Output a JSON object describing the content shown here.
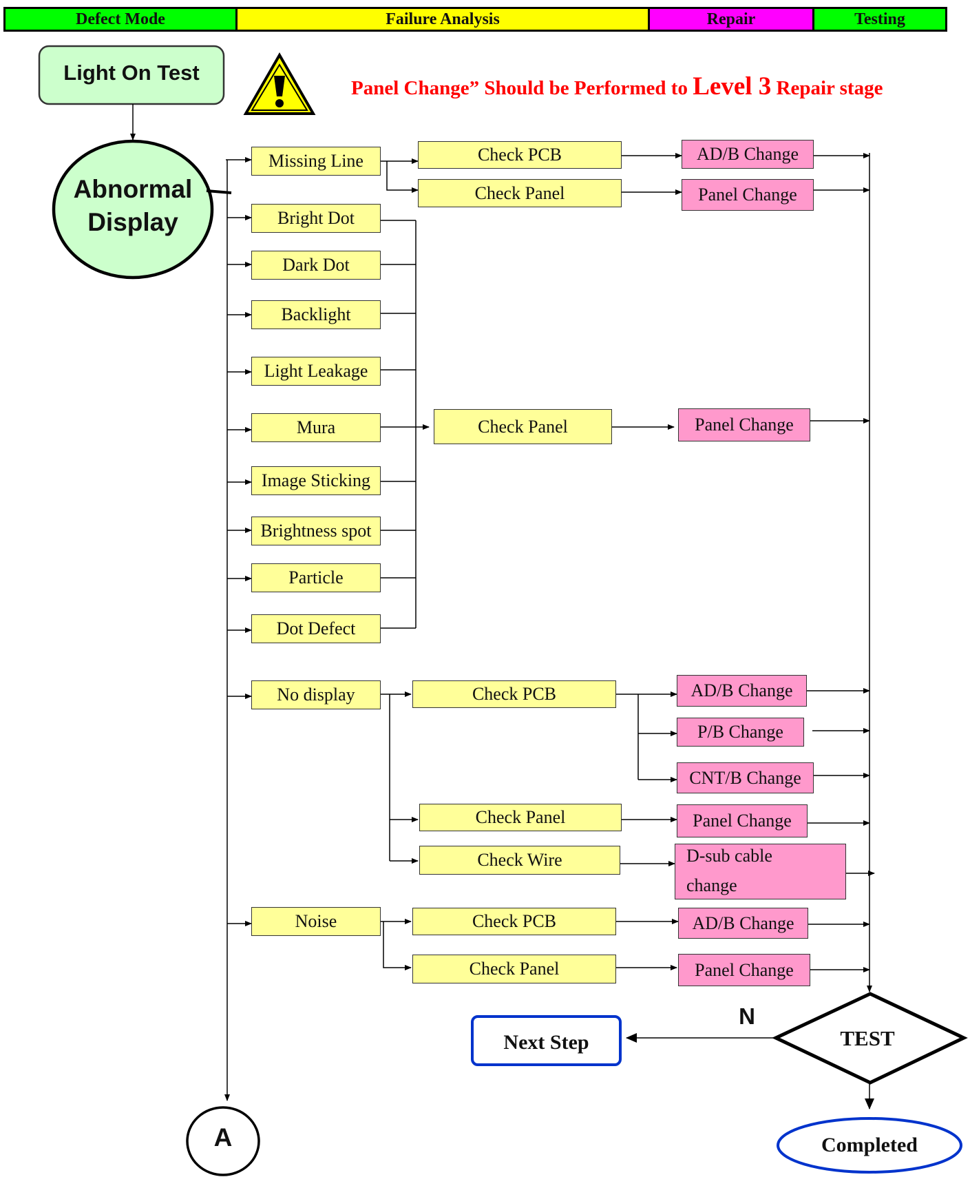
{
  "header": {
    "defect_mode": "Defect Mode",
    "failure_analysis": "Failure Analysis",
    "repair": "Repair",
    "testing": "Testing"
  },
  "colors": {
    "defect_mode": "#00ff00",
    "failure_analysis": "#ffff00",
    "repair": "#ff00ff",
    "testing": "#00ff00",
    "defect_box": "#ffff99",
    "repair_box": "#ff99cc",
    "start_node": "#ccffcc",
    "warning_text": "#ff0000",
    "terminal_border": "#0033cc"
  },
  "start": {
    "light_on_test": "Light On Test",
    "abnormal_display_1": "Abnormal",
    "abnormal_display_2": "Display"
  },
  "warning": {
    "icon": "warning-triangle-icon",
    "text_1": "Panel Change” Should be Performed to ",
    "level": "Level 3",
    "text_2": " Repair stage"
  },
  "defects": {
    "missing_line": "Missing Line",
    "bright_dot": "Bright Dot",
    "dark_dot": "Dark Dot",
    "backlight": "Backlight",
    "light_leakage": "Light Leakage",
    "mura": "Mura",
    "image_sticking": "Image Sticking",
    "brightness_spot": "Brightness spot",
    "particle": "Particle",
    "dot_defect": "Dot Defect",
    "no_display": "No display",
    "noise": "Noise"
  },
  "analysis": {
    "check_pcb": "Check PCB",
    "check_panel": "Check Panel",
    "check_wire": "Check Wire"
  },
  "repair": {
    "adb_change": "AD/B Change",
    "panel_change": "Panel Change",
    "pb_change": "P/B Change",
    "cntb_change": "CNT/B Change",
    "dsub_1": "D-sub cable",
    "dsub_2": "change"
  },
  "terminal": {
    "test": "TEST",
    "n_label": "N",
    "next_step": "Next Step",
    "completed": "Completed",
    "connector_a": "A"
  }
}
